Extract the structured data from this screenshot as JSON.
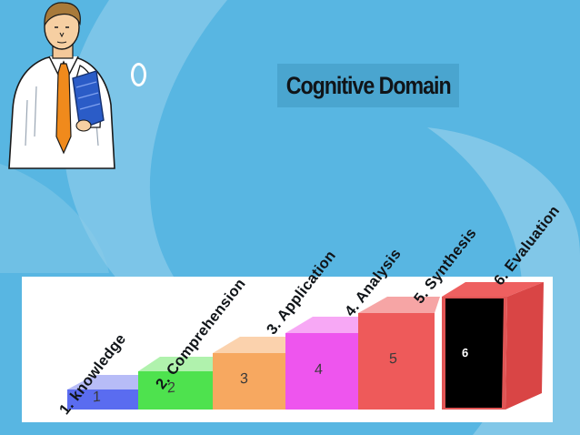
{
  "slide": {
    "title": "Cognitive Domain",
    "background_color": "#58b6e2",
    "icons": [
      "businessman-clipart-icon",
      "bullet-ring-icon"
    ]
  },
  "steps": [
    {
      "label": "1. knowledge",
      "number": "1",
      "color": "#5a6cf0"
    },
    {
      "label": "2. Comprehension",
      "number": "2",
      "color": "#4ee24e"
    },
    {
      "label": "3. Application",
      "number": "3",
      "color": "#f7a860"
    },
    {
      "label": "4. Analysis",
      "number": "4",
      "color": "#ee55ee"
    },
    {
      "label": "5. Synthesis",
      "number": "5",
      "color": "#ee5a5a"
    },
    {
      "label": "6. Evaluation",
      "number": "6",
      "color": "#000000"
    }
  ]
}
